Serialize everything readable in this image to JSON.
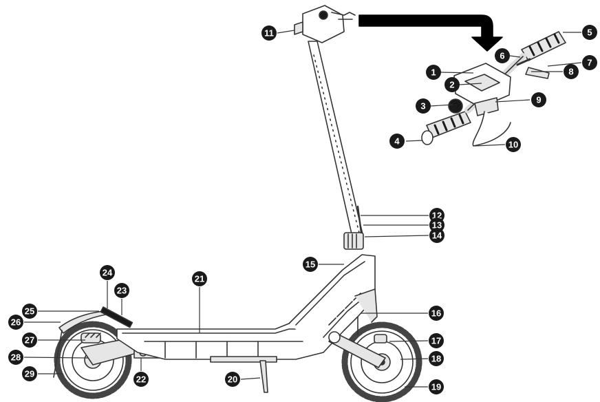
{
  "diagram": {
    "colors": {
      "ink": "#1a1a1a",
      "line": "#333333",
      "tire": "#444444",
      "fill": "#e6e6e6",
      "bg": "#ffffff"
    },
    "callouts": [
      {
        "id": "1",
        "label": "1"
      },
      {
        "id": "2",
        "label": "2"
      },
      {
        "id": "3",
        "label": "3"
      },
      {
        "id": "4",
        "label": "4"
      },
      {
        "id": "5",
        "label": "5"
      },
      {
        "id": "6",
        "label": "6"
      },
      {
        "id": "7",
        "label": "7"
      },
      {
        "id": "8",
        "label": "8"
      },
      {
        "id": "9",
        "label": "9"
      },
      {
        "id": "10",
        "label": "10"
      },
      {
        "id": "11",
        "label": "11"
      },
      {
        "id": "12",
        "label": "12"
      },
      {
        "id": "13",
        "label": "13"
      },
      {
        "id": "14",
        "label": "14"
      },
      {
        "id": "15",
        "label": "15"
      },
      {
        "id": "16",
        "label": "16"
      },
      {
        "id": "17",
        "label": "17"
      },
      {
        "id": "18",
        "label": "18"
      },
      {
        "id": "19",
        "label": "19"
      },
      {
        "id": "20",
        "label": "20"
      },
      {
        "id": "21",
        "label": "21"
      },
      {
        "id": "22",
        "label": "22"
      },
      {
        "id": "23",
        "label": "23"
      },
      {
        "id": "24",
        "label": "24"
      },
      {
        "id": "25",
        "label": "25"
      },
      {
        "id": "26",
        "label": "26"
      },
      {
        "id": "27",
        "label": "27"
      },
      {
        "id": "28",
        "label": "28"
      },
      {
        "id": "29",
        "label": "29"
      }
    ]
  }
}
